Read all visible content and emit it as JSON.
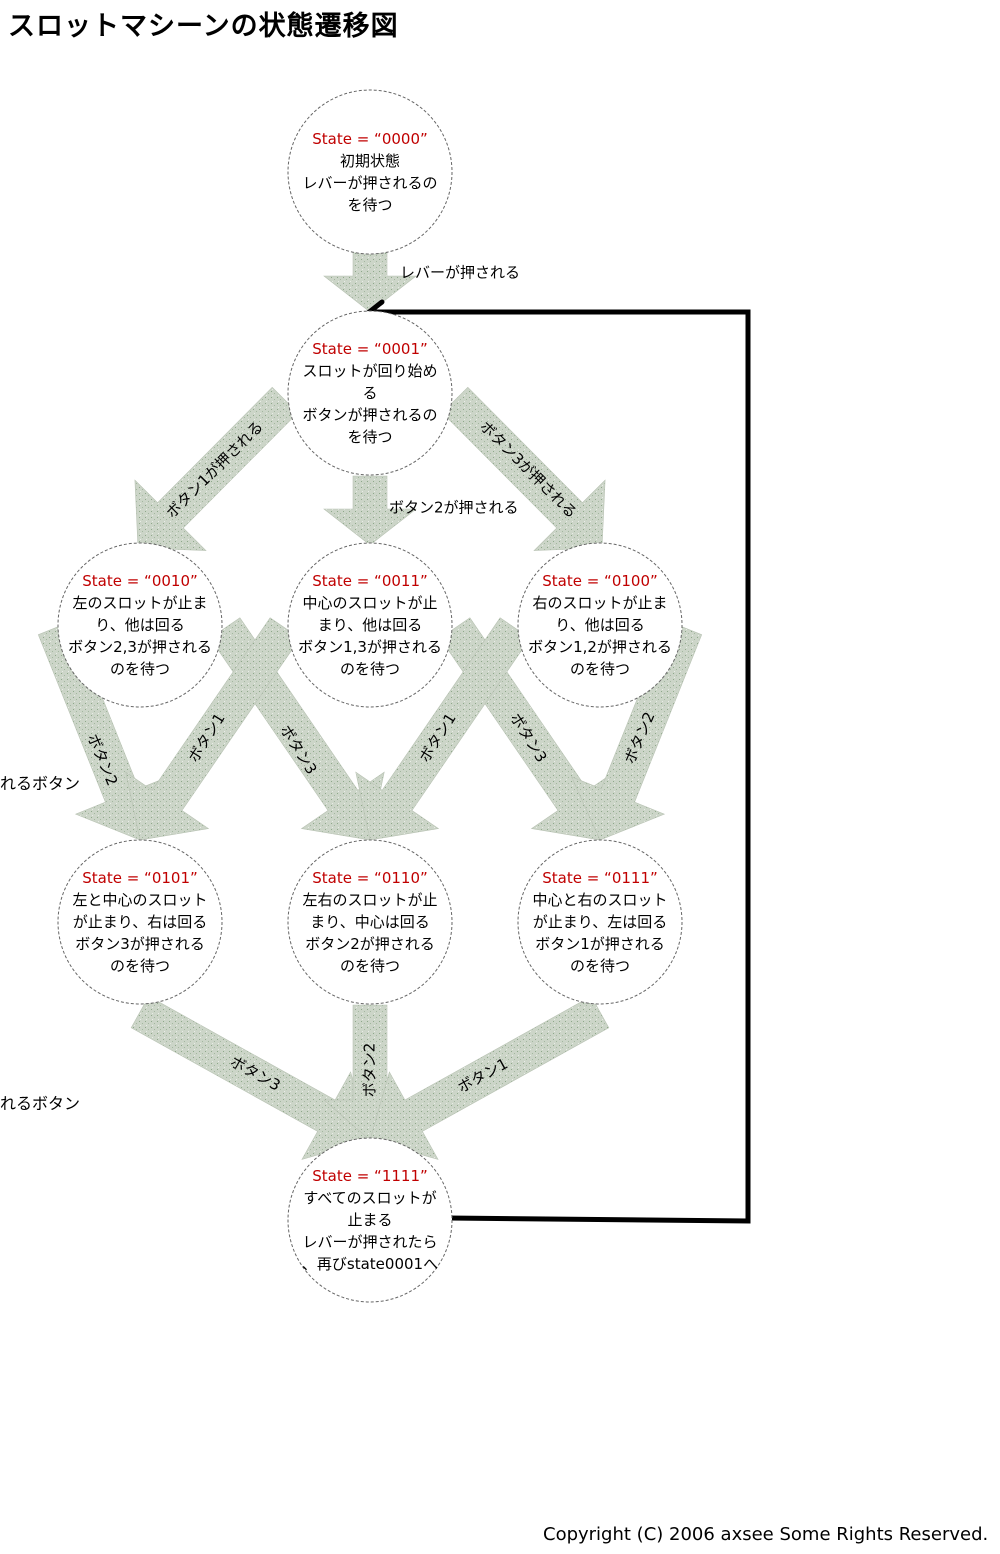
{
  "title": "スロットマシーンの状態遷移図",
  "nodes": [
    {
      "id": "n0000",
      "state": "State = “0000”",
      "lines": [
        "初期状態",
        "レバーが押されるの",
        "を待つ"
      ]
    },
    {
      "id": "n0001",
      "state": "State = “0001”",
      "lines": [
        "スロットが回り始め",
        "る",
        "ボタンが押されるの",
        "を待つ"
      ]
    },
    {
      "id": "n0010",
      "state": "State = “0010”",
      "lines": [
        "左のスロットが止ま",
        "り、他は回る",
        "ボタン2,3が押される",
        "のを待つ"
      ]
    },
    {
      "id": "n0011",
      "state": "State = “0011”",
      "lines": [
        "中心のスロットが止",
        "まり、他は回る",
        "ボタン1,3が押される",
        "のを待つ"
      ]
    },
    {
      "id": "n0100",
      "state": "State = “0100”",
      "lines": [
        "右のスロットが止ま",
        "り、他は回る",
        "ボタン1,2が押される",
        "のを待つ"
      ]
    },
    {
      "id": "n0101",
      "state": "State = “0101”",
      "lines": [
        "左と中心のスロット",
        "が止まり、右は回る",
        "ボタン3が押される",
        "のを待つ"
      ]
    },
    {
      "id": "n0110",
      "state": "State = “0110”",
      "lines": [
        "左右のスロットが止",
        "まり、中心は回る",
        "ボタン2が押される",
        "のを待つ"
      ]
    },
    {
      "id": "n0111",
      "state": "State = “0111”",
      "lines": [
        "中心と右のスロット",
        "が止まり、左は回る",
        "ボタン1が押される",
        "のを待つ"
      ]
    },
    {
      "id": "n1111",
      "state": "State = “1111”",
      "lines": [
        "すべてのスロットが",
        "止まる",
        "レバーが押されたら",
        "、再びstate0001へ"
      ]
    }
  ],
  "edges": [
    {
      "from": "n0000",
      "to": "n0001",
      "label": "レバーが押される"
    },
    {
      "from": "n0001",
      "to": "n0010",
      "label": "ボタン1が押される"
    },
    {
      "from": "n0001",
      "to": "n0011",
      "label": "ボタン2が押される"
    },
    {
      "from": "n0001",
      "to": "n0100",
      "label": "ボタン3が押される"
    },
    {
      "from": "n0010",
      "to": "n0101",
      "label": "ボタン2"
    },
    {
      "from": "n0010",
      "to": "n0110",
      "label": "ボタン3"
    },
    {
      "from": "n0011",
      "to": "n0101",
      "label": "ボタン1"
    },
    {
      "from": "n0011",
      "to": "n0111",
      "label": "ボタン3"
    },
    {
      "from": "n0100",
      "to": "n0110",
      "label": "ボタン1"
    },
    {
      "from": "n0100",
      "to": "n0111",
      "label": "ボタン2"
    },
    {
      "from": "n0101",
      "to": "n1111",
      "label": "ボタン3"
    },
    {
      "from": "n0110",
      "to": "n1111",
      "label": "ボタン2"
    },
    {
      "from": "n0111",
      "to": "n1111",
      "label": "ボタン1"
    },
    {
      "from": "n1111",
      "to": "n0001",
      "label": ""
    }
  ],
  "side_labels": [
    "れるボタン",
    "れるボタン"
  ],
  "copyright": "Copyright (C) 2006 axsee Some Rights Reserved.",
  "colors": {
    "arrow_fill": "#c9d2c5",
    "state_text": "#c00000",
    "loop_line": "#000000"
  }
}
